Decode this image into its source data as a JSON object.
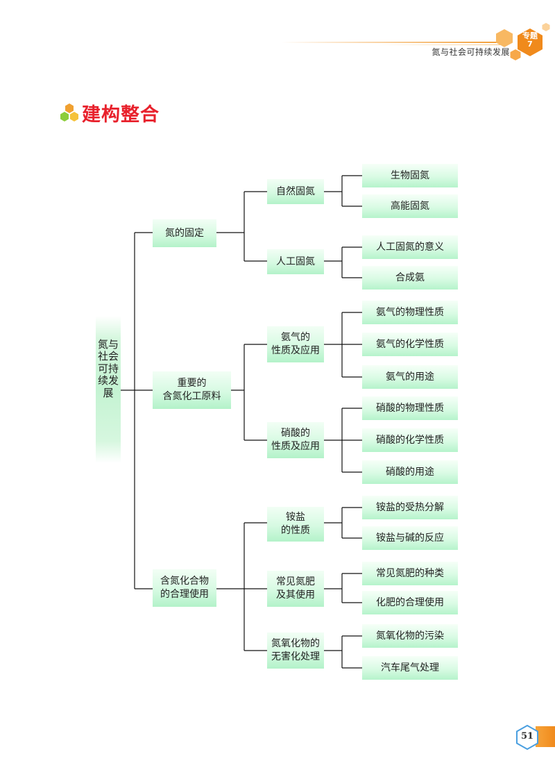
{
  "header": {
    "subtitle": "氮与社会可持续发展",
    "topic_label": "专题",
    "topic_number": "7"
  },
  "section_title": "建构整合",
  "diagram": {
    "root": "氮与社会可持续发展",
    "branches": [
      {
        "label": "氮的固定",
        "children": [
          {
            "label": "自然固氮",
            "leaves": [
              "生物固氮",
              "高能固氮"
            ]
          },
          {
            "label": "人工固氮",
            "leaves": [
              "人工固氮的意义",
              "合成氨"
            ]
          }
        ]
      },
      {
        "label_lines": [
          "重要的",
          "含氮化工原料"
        ],
        "children": [
          {
            "label_lines": [
              "氨气的",
              "性质及应用"
            ],
            "leaves": [
              "氨气的物理性质",
              "氨气的化学性质",
              "氨气的用途"
            ]
          },
          {
            "label_lines": [
              "硝酸的",
              "性质及应用"
            ],
            "leaves": [
              "硝酸的物理性质",
              "硝酸的化学性质",
              "硝酸的用途"
            ]
          }
        ]
      },
      {
        "label_lines": [
          "含氮化合物",
          "的合理使用"
        ],
        "children": [
          {
            "label_lines": [
              "铵盐",
              "的性质"
            ],
            "leaves": [
              "铵盐的受热分解",
              "铵盐与碱的反应"
            ]
          },
          {
            "label_lines": [
              "常见氮肥",
              "及其使用"
            ],
            "leaves": [
              "常见氮肥的种类",
              "化肥的合理使用"
            ]
          },
          {
            "label_lines": [
              "氮氧化物的",
              "无害化处理"
            ],
            "leaves": [
              "氮氧化物的污染",
              "汽车尾气处理"
            ]
          }
        ]
      }
    ]
  },
  "page_number": "51",
  "colors": {
    "accent_orange": "#f29a2e",
    "title_red": "#e8212c",
    "box_green": "#c4f3d2",
    "line": "#111111"
  }
}
